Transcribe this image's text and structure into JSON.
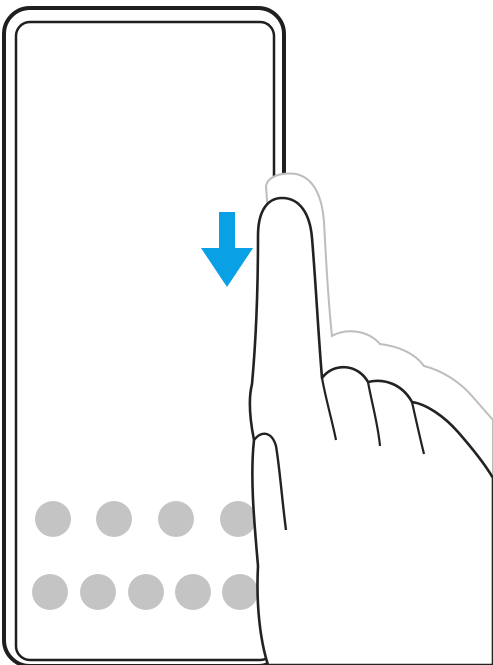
{
  "illustration": {
    "subject": "phone-side-sense-gesture",
    "gesture": "slide-down-along-edge",
    "colors": {
      "background": "#ffffff",
      "phone_frame": "#1f1f1f",
      "screen": "#ffffff",
      "app_dot": "#c4c4c4",
      "arrow": "#0aa0e6",
      "hand_outline": "#222222",
      "hand_fill": "#ffffff",
      "motion_trail": "#bdbdbd"
    },
    "app_dots": {
      "upper_row_count": 4,
      "lower_row_count": 5
    },
    "icons": [
      "down-arrow-icon",
      "hand-icon",
      "phone-icon"
    ]
  }
}
